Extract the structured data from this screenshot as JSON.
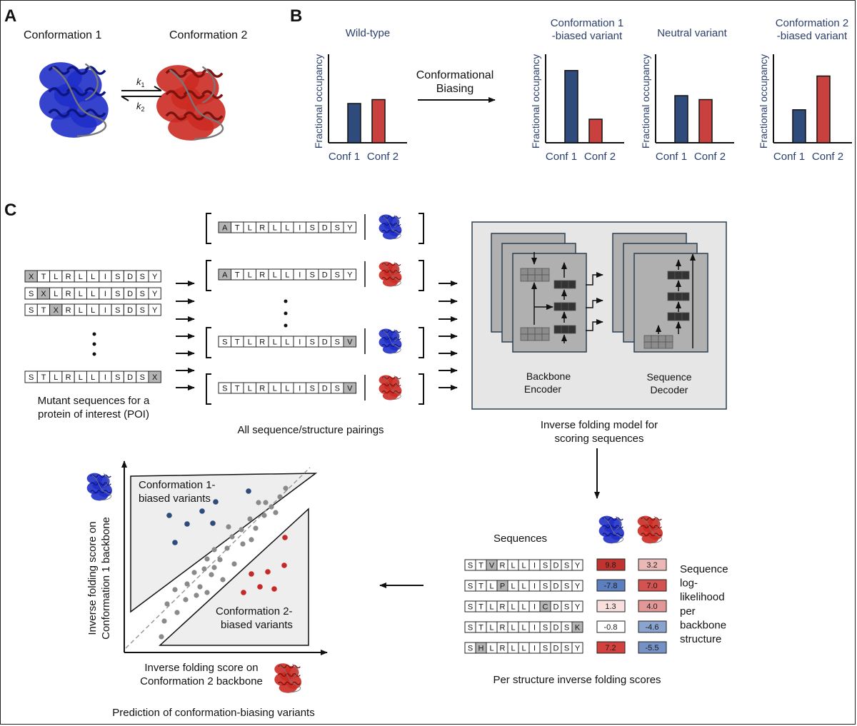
{
  "panels": {
    "a": "A",
    "b": "B",
    "c": "C"
  },
  "panel_a": {
    "conf1_label": "Conformation 1",
    "conf2_label": "Conformation 2",
    "k1_main": "k",
    "k1_sub": "1",
    "k2_main": "k",
    "k2_sub": "2"
  },
  "panel_b": {
    "biasing_line1": "Conformational",
    "biasing_line2": "Biasing",
    "y_label": "Fractional occupancy",
    "colors": {
      "conf1": "#2f4b7c",
      "conf2": "#c8413f"
    },
    "chart_data": [
      {
        "type": "bar",
        "title_lines": [
          "Wild-type"
        ],
        "categories": [
          "Conf 1",
          "Conf 2"
        ],
        "ylabel": "Fractional occupancy",
        "values": [
          0.5,
          0.55
        ],
        "ylim": [
          0,
          1
        ]
      },
      {
        "type": "bar",
        "title_lines": [
          "Conformation 1",
          "-biased variant"
        ],
        "categories": [
          "Conf 1",
          "Conf 2"
        ],
        "ylabel": "Fractional occupancy",
        "values": [
          0.92,
          0.3
        ],
        "ylim": [
          0,
          1
        ]
      },
      {
        "type": "bar",
        "title_lines": [
          "Neutral variant"
        ],
        "categories": [
          "Conf 1",
          "Conf 2"
        ],
        "ylabel": "Fractional occupancy",
        "values": [
          0.6,
          0.55
        ],
        "ylim": [
          0,
          1
        ]
      },
      {
        "type": "bar",
        "title_lines": [
          "Conformation 2",
          "-biased variant"
        ],
        "categories": [
          "Conf 1",
          "Conf 2"
        ],
        "ylabel": "Fractional occupancy",
        "values": [
          0.42,
          0.85
        ],
        "ylim": [
          0,
          1
        ]
      }
    ]
  },
  "panel_c": {
    "mutant_sequences": [
      {
        "seq": [
          "X",
          "T",
          "L",
          "R",
          "L",
          "L",
          "I",
          "S",
          "D",
          "S",
          "Y"
        ],
        "highlight": 0
      },
      {
        "seq": [
          "S",
          "X",
          "L",
          "R",
          "L",
          "L",
          "I",
          "S",
          "D",
          "S",
          "Y"
        ],
        "highlight": 1
      },
      {
        "seq": [
          "S",
          "T",
          "X",
          "R",
          "L",
          "L",
          "I",
          "S",
          "D",
          "S",
          "Y"
        ],
        "highlight": 2
      },
      {
        "seq": [
          "S",
          "T",
          "L",
          "R",
          "L",
          "L",
          "I",
          "S",
          "D",
          "S",
          "X"
        ],
        "highlight": 10
      }
    ],
    "mutant_caption": [
      "Mutant sequences for a",
      "protein of interest (POI)"
    ],
    "pairings": [
      {
        "seq": [
          "A",
          "T",
          "L",
          "R",
          "L",
          "L",
          "I",
          "S",
          "D",
          "S",
          "Y"
        ],
        "highlight": 0,
        "structure": "blue"
      },
      {
        "seq": [
          "A",
          "T",
          "L",
          "R",
          "L",
          "L",
          "I",
          "S",
          "D",
          "S",
          "Y"
        ],
        "highlight": 0,
        "structure": "red"
      },
      {
        "seq": [
          "S",
          "T",
          "L",
          "R",
          "L",
          "L",
          "I",
          "S",
          "D",
          "S",
          "V"
        ],
        "highlight": 10,
        "structure": "blue"
      },
      {
        "seq": [
          "S",
          "T",
          "L",
          "R",
          "L",
          "L",
          "I",
          "S",
          "D",
          "S",
          "V"
        ],
        "highlight": 10,
        "structure": "red"
      }
    ],
    "pairings_caption": "All sequence/structure pairings",
    "model": {
      "encoder_label": [
        "Backbone",
        "Encoder"
      ],
      "decoder_label": [
        "Sequence",
        "Decoder"
      ],
      "caption": [
        "Inverse folding model for",
        "scoring sequences"
      ]
    },
    "scores": {
      "header": "Sequences",
      "rows": [
        {
          "seq": [
            "S",
            "T",
            "V",
            "R",
            "L",
            "L",
            "I",
            "S",
            "D",
            "S",
            "Y"
          ],
          "highlight": 2,
          "conf1": "9.8",
          "conf2": "3.2",
          "c1color": "#c0332f",
          "c2color": "#eab9b7"
        },
        {
          "seq": [
            "S",
            "T",
            "L",
            "P",
            "L",
            "L",
            "I",
            "S",
            "D",
            "S",
            "Y"
          ],
          "highlight": 3,
          "conf1": "-7.8",
          "conf2": "7.0",
          "c1color": "#5b7fbf",
          "c2color": "#d45350"
        },
        {
          "seq": [
            "S",
            "T",
            "L",
            "R",
            "L",
            "L",
            "I",
            "C",
            "D",
            "S",
            "Y"
          ],
          "highlight": 7,
          "conf1": "1.3",
          "conf2": "4.0",
          "c1color": "#f7e0de",
          "c2color": "#e29896"
        },
        {
          "seq": [
            "S",
            "T",
            "L",
            "R",
            "L",
            "L",
            "I",
            "S",
            "D",
            "S",
            "K"
          ],
          "highlight": 10,
          "conf1": "-0.8",
          "conf2": "-4.6",
          "c1color": "#ffffff",
          "c2color": "#8aa4cf"
        },
        {
          "seq": [
            "S",
            "H",
            "L",
            "R",
            "L",
            "L",
            "I",
            "S",
            "D",
            "S",
            "Y"
          ],
          "highlight": 1,
          "conf1": "7.2",
          "conf2": "-5.5",
          "c1color": "#d3413e",
          "c2color": "#7591c5"
        }
      ],
      "legend": [
        "Sequence",
        "log-",
        "likelihood",
        "per",
        "backbone",
        "structure"
      ],
      "caption": "Per structure inverse folding scores"
    },
    "scatter": {
      "ylabel": [
        "Inverse folding score on",
        "Conformation 1 backbone"
      ],
      "xlabel": [
        "Inverse folding score on",
        "Conformation 2 backbone"
      ],
      "conf1_region_label": [
        "Conformation 1-",
        "biased variants"
      ],
      "conf2_region_label": [
        "Conformation 2-",
        "biased variants"
      ],
      "caption": "Prediction of conformation-biasing variants",
      "colors": {
        "conf1": "#2f4b7c",
        "conf2": "#c62828",
        "neutral": "#8a8a8a"
      }
    }
  }
}
